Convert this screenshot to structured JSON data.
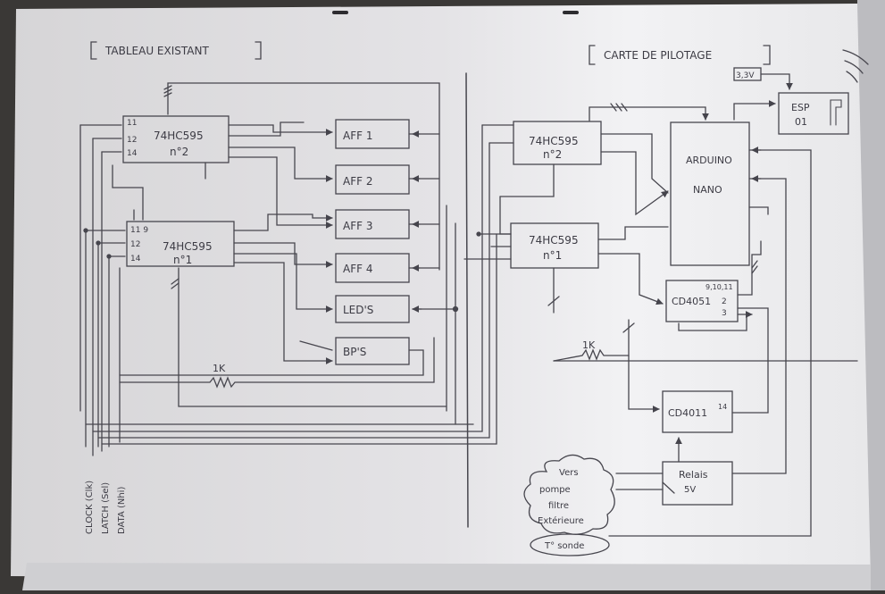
{
  "sections": {
    "left_title": "TABLEAU EXISTANT",
    "right_title": "CARTE DE PILOTAGE"
  },
  "left": {
    "chip_top": {
      "name": "74HC595",
      "sub": "n°2",
      "pins": [
        "11",
        "12",
        "14"
      ]
    },
    "chip_bottom": {
      "name": "74HC595",
      "sub": "n°1",
      "pins": [
        "11 9",
        "12",
        "14"
      ]
    },
    "boxes": [
      "AFF 1",
      "AFF 2",
      "AFF 3",
      "AFF 4",
      "LED'S",
      "BP'S"
    ],
    "resistor": "1K",
    "signals": [
      "CLOCK (Clk)",
      "LATCH (Sel)",
      "DATA (Nhi)"
    ]
  },
  "right": {
    "chip_top": {
      "name": "74HC595",
      "sub": "n°2"
    },
    "chip_bottom": {
      "name": "74HC595",
      "sub": "n°1"
    },
    "arduino": [
      "ARDUINO",
      "NANO"
    ],
    "esp": [
      "ESP",
      "01"
    ],
    "voltage": "3,3V",
    "cd4051": {
      "name": "CD4051",
      "pins_top": "9,10,11",
      "pins_side": [
        "2",
        "3"
      ]
    },
    "cd4011": {
      "name": "CD4011",
      "sup": "14"
    },
    "relay": {
      "name": "Relais",
      "voltage": "5V"
    },
    "resistor": "1K",
    "cloud_text": [
      "Vers",
      "pompe",
      "filtre",
      "Extérieure"
    ],
    "sensor": "T° sonde"
  }
}
